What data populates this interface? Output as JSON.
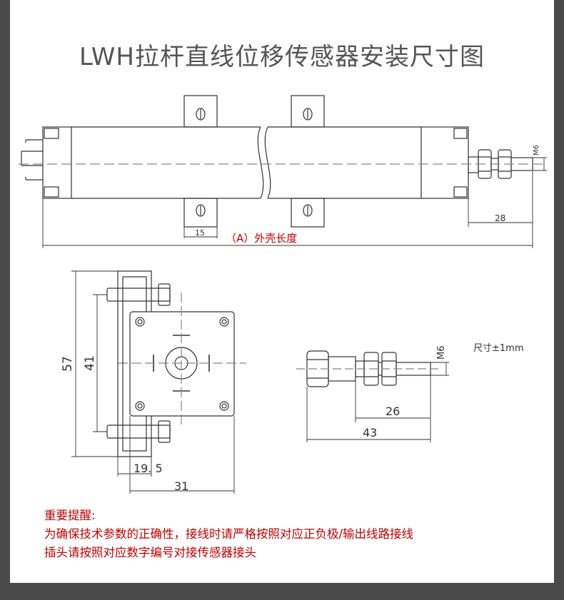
{
  "title": "LWH拉杆直线位移传感器安装尺寸图",
  "top_view": {
    "dim_thread": "M6",
    "dim_28": "28",
    "dim_15": "15",
    "label_length": "（A）外壳长度"
  },
  "end_view": {
    "dim_57": "57",
    "dim_41": "41",
    "dim_19_5": "19. 5",
    "dim_31": "31"
  },
  "rod_view": {
    "dim_thread": "M6",
    "dim_26": "26",
    "dim_43": "43",
    "tolerance": "尺寸±1mm"
  },
  "notes": {
    "heading": "重要提醒:",
    "line1": "为确保技术参数的正确性，接线时请严格按照对应正负极/输出线路接线",
    "line2": "插头请按照对应数字编号对接传感器接头"
  },
  "colors": {
    "line": "#333333",
    "accent_red": "#c00000",
    "frame": "#4a4a4a"
  }
}
